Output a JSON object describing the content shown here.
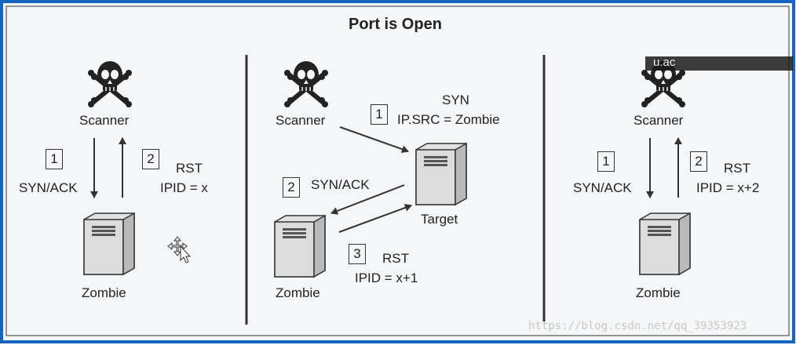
{
  "title": "Port is Open",
  "panels": {
    "left": {
      "scanner": "Scanner",
      "zombie": "Zombie",
      "step1": {
        "num": "1",
        "text": "SYN/ACK"
      },
      "step2": {
        "num": "2",
        "text1": "RST",
        "text2": "IPID = x"
      }
    },
    "middle": {
      "scanner": "Scanner",
      "target": "Target",
      "zombie": "Zombie",
      "step1": {
        "num": "1",
        "text1": "SYN",
        "text2": "IP.SRC = Zombie"
      },
      "step2": {
        "num": "2",
        "text": "SYN/ACK"
      },
      "step3": {
        "num": "3",
        "text1": "RST",
        "text2": "IPID = x+1"
      }
    },
    "right": {
      "scanner": "Scanner",
      "zombie": "Zombie",
      "step1": {
        "num": "1",
        "text": "SYN/ACK"
      },
      "step2": {
        "num": "2",
        "text1": "RST",
        "text2": "IPID = x+2"
      }
    }
  },
  "watermark": "https://blog.csdn.net/qq_39353923",
  "overlay_text": "u.ac",
  "colors": {
    "frame": "#1565c0",
    "line": "#333333",
    "background": "#f5f6f8"
  }
}
